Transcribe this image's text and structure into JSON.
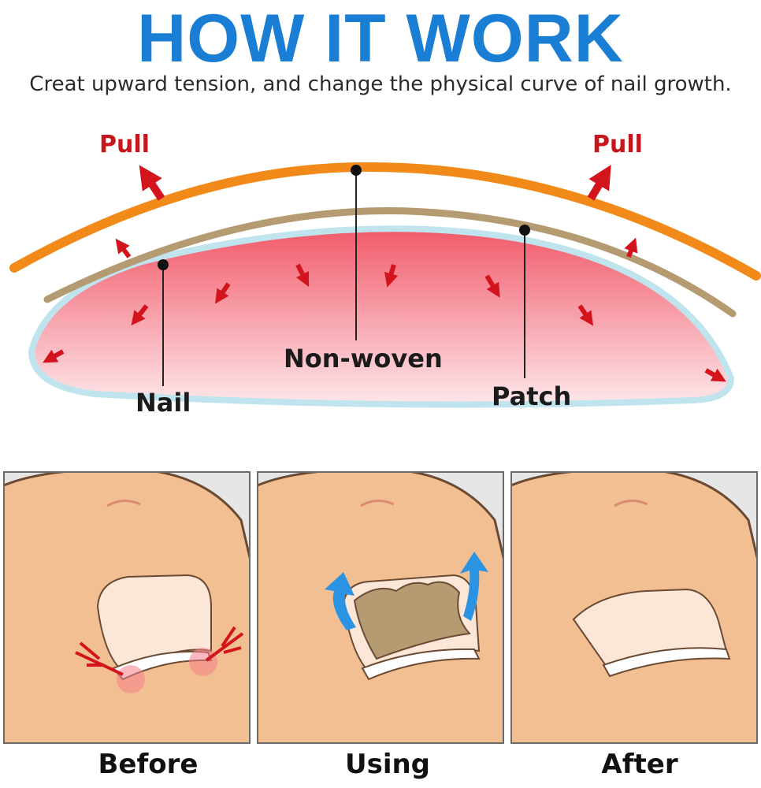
{
  "header": {
    "title": "HOW IT WORK",
    "subtitle": "Creat upward tension, and change the physical curve of nail growth."
  },
  "diagram": {
    "pull_left": "Pull",
    "pull_right": "Pull",
    "label_nail": "Nail",
    "label_nonwoven": "Non-woven",
    "label_patch": "Patch"
  },
  "panels": [
    {
      "caption": "Before"
    },
    {
      "caption": "Using"
    },
    {
      "caption": "After"
    }
  ],
  "colors": {
    "title_blue": "#1a7fd4",
    "pull_red": "#c8161d",
    "patch_orange": "#f28a1a",
    "nonwoven_tan": "#b59b72",
    "nail_pink": "#f26d7d",
    "skin": "#f2bf93"
  },
  "icons": [
    "pull-arrow-icon",
    "push-arrow-icon",
    "blue-lift-arrow-icon",
    "pain-spike-icon"
  ]
}
